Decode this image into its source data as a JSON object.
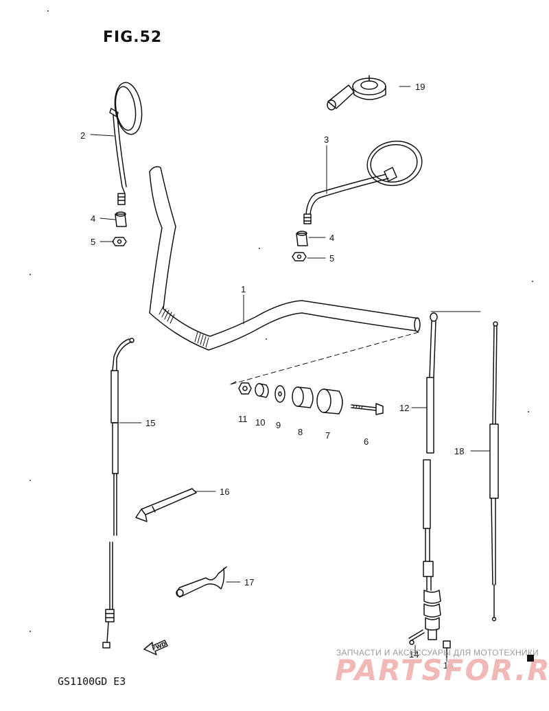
{
  "figure": {
    "title": "FIG.52",
    "model": "GS1100GD  E3"
  },
  "watermark": {
    "small_text": "ЗАПЧАСТИ И АКСЕССУАРЫ ДЛЯ МОТОТЕХНИКИ",
    "big_text": "PARTSFOR.RU"
  },
  "fwd_label": "FWD",
  "labels": {
    "p1": "1",
    "p2": "2",
    "p3": "3",
    "p4a": "4",
    "p4b": "4",
    "p5a": "5",
    "p5b": "5",
    "p6": "6",
    "p7": "7",
    "p8": "8",
    "p9": "9",
    "p10": "10",
    "p11": "11",
    "p12": "12",
    "p13": "13",
    "p14": "14",
    "p15": "15",
    "p16": "16",
    "p17": "17",
    "p18": "18",
    "p19": "19"
  }
}
